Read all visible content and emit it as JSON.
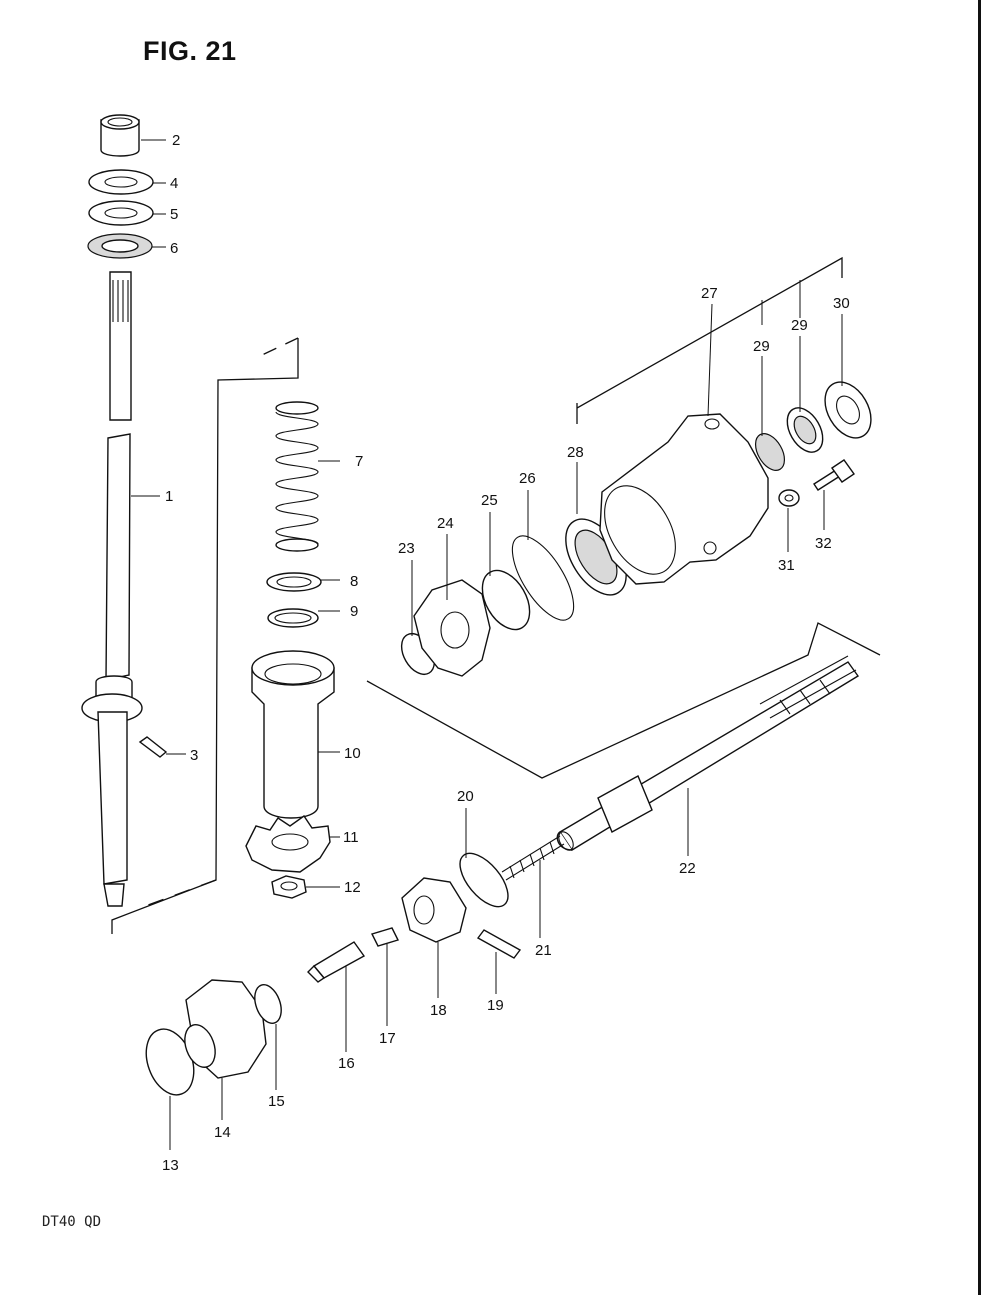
{
  "figure": {
    "title": "FIG. 21",
    "model": "DT40  QD"
  },
  "callouts": [
    {
      "id": "c1",
      "label": "1"
    },
    {
      "id": "c2",
      "label": "2"
    },
    {
      "id": "c3",
      "label": "3"
    },
    {
      "id": "c4",
      "label": "4"
    },
    {
      "id": "c5",
      "label": "5"
    },
    {
      "id": "c6",
      "label": "6"
    },
    {
      "id": "c7",
      "label": "7"
    },
    {
      "id": "c8",
      "label": "8"
    },
    {
      "id": "c9",
      "label": "9"
    },
    {
      "id": "c10",
      "label": "10"
    },
    {
      "id": "c11",
      "label": "11"
    },
    {
      "id": "c12",
      "label": "12"
    },
    {
      "id": "c13",
      "label": "13"
    },
    {
      "id": "c14",
      "label": "14"
    },
    {
      "id": "c15",
      "label": "15"
    },
    {
      "id": "c16",
      "label": "16"
    },
    {
      "id": "c17",
      "label": "17"
    },
    {
      "id": "c18",
      "label": "18"
    },
    {
      "id": "c19",
      "label": "19"
    },
    {
      "id": "c20",
      "label": "20"
    },
    {
      "id": "c21",
      "label": "21"
    },
    {
      "id": "c22",
      "label": "22"
    },
    {
      "id": "c23",
      "label": "23"
    },
    {
      "id": "c24",
      "label": "24"
    },
    {
      "id": "c25",
      "label": "25"
    },
    {
      "id": "c26",
      "label": "26"
    },
    {
      "id": "c27",
      "label": "27"
    },
    {
      "id": "c28",
      "label": "28"
    },
    {
      "id": "c29a",
      "label": "29"
    },
    {
      "id": "c29b",
      "label": "29"
    },
    {
      "id": "c30",
      "label": "30"
    },
    {
      "id": "c31",
      "label": "31"
    },
    {
      "id": "c32",
      "label": "32"
    }
  ]
}
